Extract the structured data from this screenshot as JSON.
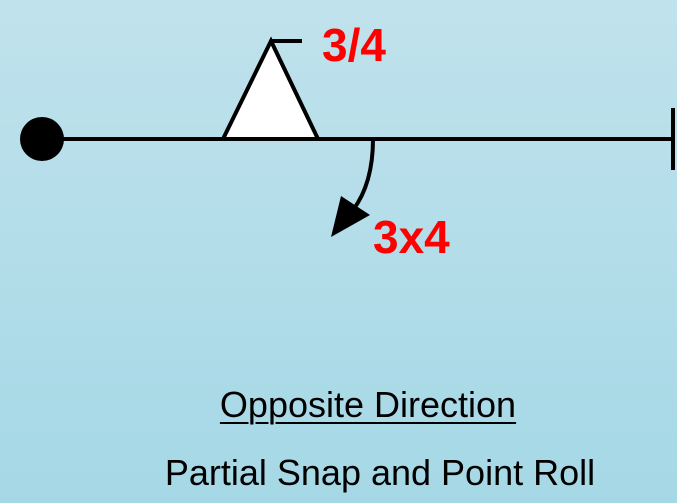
{
  "diagram": {
    "weld_size_label": "3/4",
    "roll_label": "3x4",
    "colors": {
      "background_top": "#c0e2ec",
      "background_bottom": "#a5d8e6",
      "line": "#000000",
      "label": "#ff0000",
      "triangle_fill": "#ffffff"
    },
    "icons": [
      "start-dot-icon",
      "end-tick-icon",
      "triangle-icon",
      "curved-arrow-icon"
    ]
  },
  "caption": {
    "title": "Opposite Direction",
    "subtitle": "Partial Snap and Point Roll"
  }
}
